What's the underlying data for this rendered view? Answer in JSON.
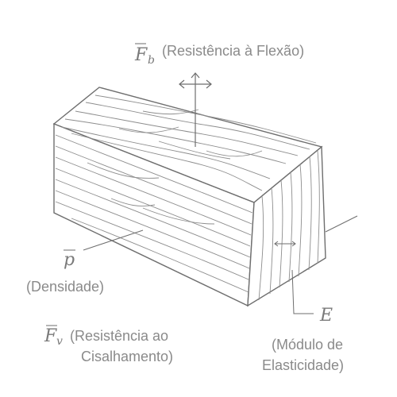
{
  "labels": {
    "bending_symbol": "F",
    "bending_subscript": "b",
    "bending_text": "(Resistência à Flexão)",
    "density_symbol": "p",
    "density_text": "(Densidade)",
    "shear_symbol": "F",
    "shear_subscript": "v",
    "shear_line1": "(Resistência ao",
    "shear_line2": "Cisalhamento)",
    "modulus_symbol": "E",
    "modulus_line1": "(Módulo de",
    "modulus_line2": "Elasticidade)"
  },
  "colors": {
    "stroke": "#6e6e6e",
    "grain": "#8d8d8d",
    "text": "#8a8a8a"
  }
}
